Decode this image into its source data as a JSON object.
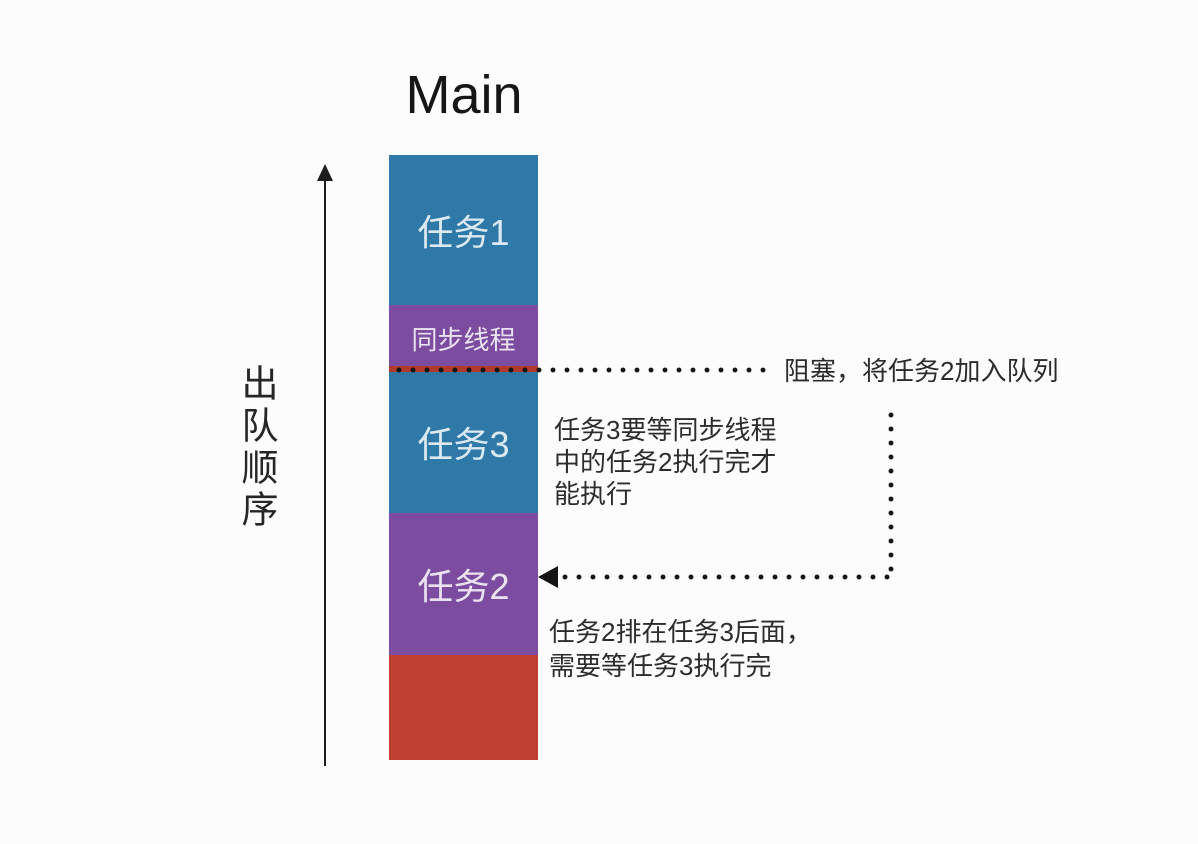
{
  "title": "Main",
  "colors": {
    "task_blue": "#2e79a8",
    "sync_purple": "#7b4ca0",
    "bottom_red": "#bf4031",
    "boundary_red": "#b23a2a",
    "line_black": "#141414"
  },
  "left_axis": {
    "label": "出队顺序"
  },
  "column": {
    "blocks": [
      {
        "label": "任务1",
        "color": "#2e79a8"
      },
      {
        "label": "同步线程",
        "color": "#7b4ca0"
      },
      {
        "label": "任务3",
        "color": "#2e79a8"
      },
      {
        "label": "任务2",
        "color": "#7b4ca0"
      },
      {
        "label": "",
        "color": "#bf4031"
      }
    ]
  },
  "annotations": {
    "block_note": "阻塞，将任务2加入队列",
    "task3_note": "任务3要等同步线程\n中的任务2执行完才\n能执行",
    "task2_note": "任务2排在任务3后面，\n需要等任务3执行完"
  }
}
